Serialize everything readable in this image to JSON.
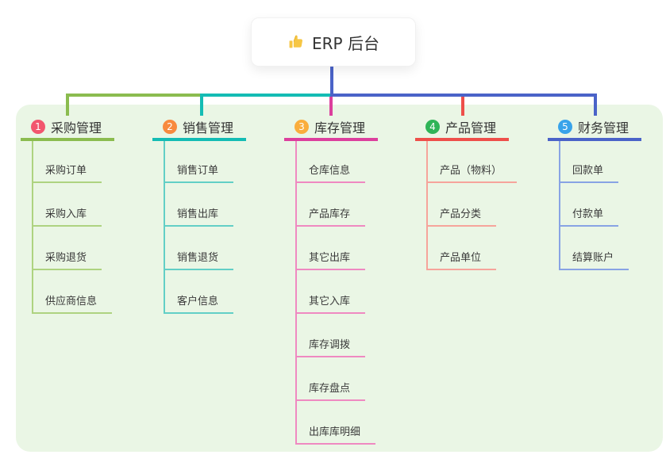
{
  "root": {
    "title": "ERP 后台",
    "icon": "thumbs-up"
  },
  "branches": [
    {
      "num": "1",
      "label": "采购管理",
      "badge_color": "#f2566e",
      "line_color": "#8bbc4f",
      "child_line_color": "#aed380",
      "children": [
        "采购订单",
        "采购入库",
        "采购退货",
        "供应商信息"
      ]
    },
    {
      "num": "2",
      "label": "销售管理",
      "badge_color": "#f88a3e",
      "line_color": "#14bcb4",
      "child_line_color": "#62cfc6",
      "children": [
        "销售订单",
        "销售出库",
        "销售退货",
        "客户信息"
      ]
    },
    {
      "num": "3",
      "label": "库存管理",
      "badge_color": "#faad3c",
      "line_color": "#dc3f9d",
      "child_line_color": "#ef89c1",
      "children": [
        "仓库信息",
        "产品库存",
        "其它出库",
        "其它入库",
        "库存调拨",
        "库存盘点",
        "出库库明细"
      ]
    },
    {
      "num": "4",
      "label": "产品管理",
      "badge_color": "#2fb457",
      "line_color": "#ee4f4a",
      "child_line_color": "#f6a49b",
      "children": [
        "产品（物料）",
        "产品分类",
        "产品单位"
      ]
    },
    {
      "num": "5",
      "label": "财务管理",
      "badge_color": "#38a3ea",
      "line_color": "#4a63c8",
      "child_line_color": "#88a3e4",
      "children": [
        "回款单",
        "付款单",
        "结算账户"
      ]
    }
  ],
  "colors": {
    "panel_bg": "#eaf6e5",
    "connector_root": "#4a63c8",
    "text": "#333333",
    "icon_gold": "#f6c644"
  }
}
